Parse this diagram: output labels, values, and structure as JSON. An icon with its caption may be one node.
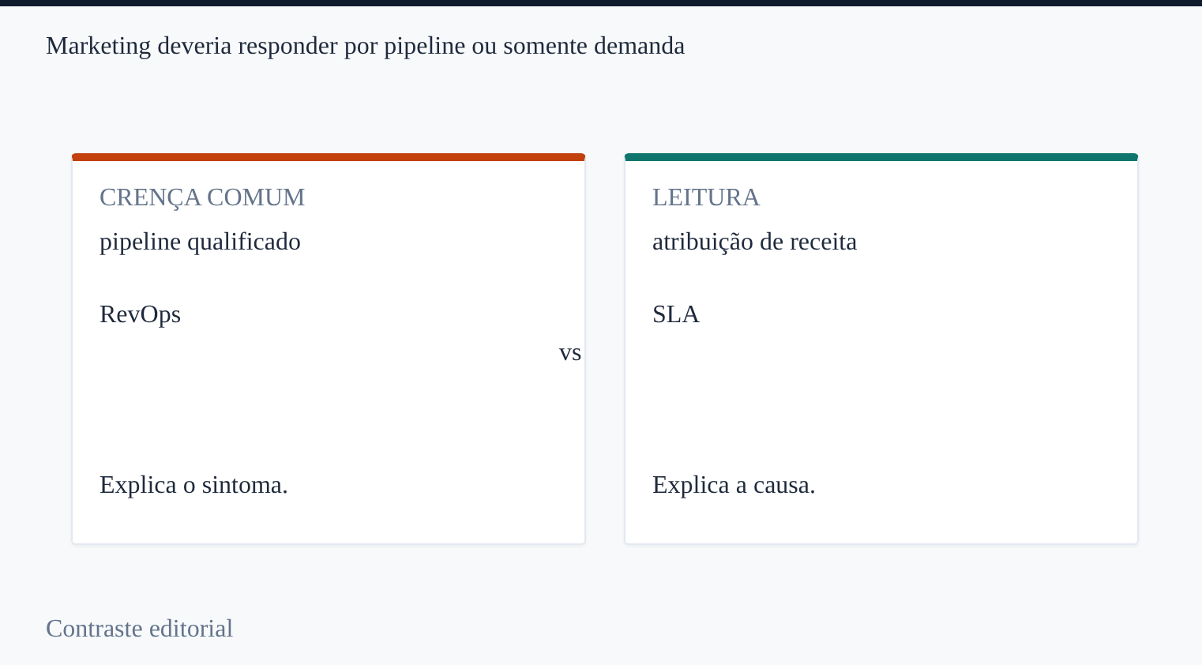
{
  "diagram": {
    "title": "Marketing deveria responder por pipeline ou somente demanda",
    "caption": "Contraste editorial",
    "nodes": [
      {
        "text": [
          "CRENÇA COMUM",
          "pipeline qualificado",
          "RevOps",
          "Explica o sintoma."
        ]
      },
      {
        "text": [
          "LEITURA",
          "atribuição de receita",
          "SLA",
          "Explica a causa."
        ]
      }
    ],
    "labels": [
      "vs"
    ]
  }
}
